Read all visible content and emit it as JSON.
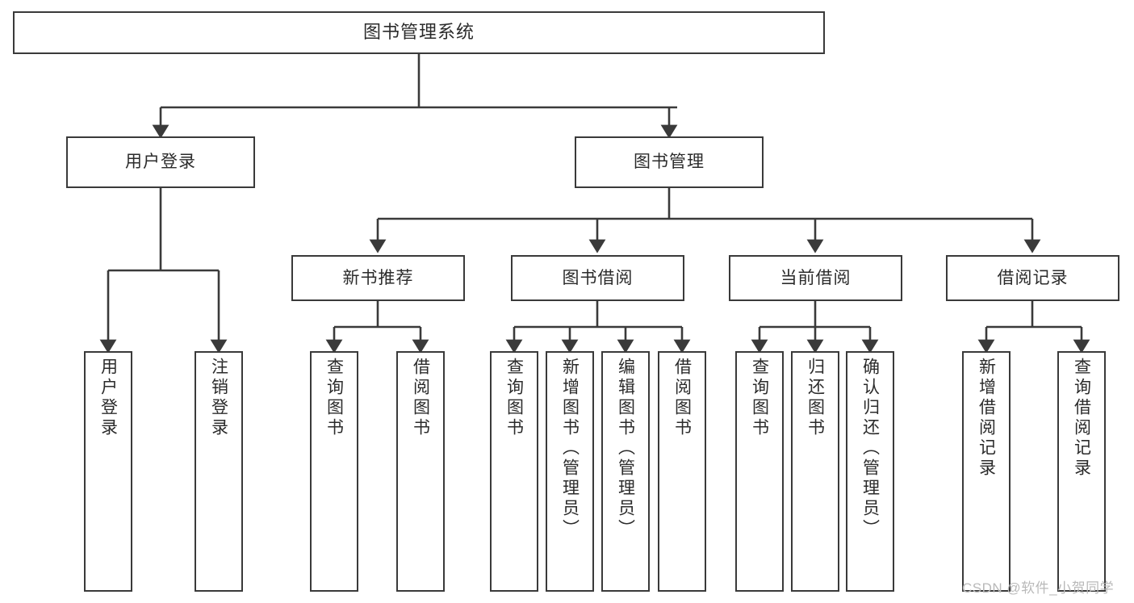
{
  "diagram": {
    "type": "tree-hierarchy",
    "title": "图书管理系统",
    "background_color": "#ffffff",
    "line_color": "#3a3a3a",
    "text_color": "#2b2b2b",
    "nodes": {
      "root": {
        "label": "图书管理系统"
      },
      "level2": [
        {
          "label": "用户登录"
        },
        {
          "label": "图书管理"
        }
      ],
      "level3": [
        {
          "label": "新书推荐"
        },
        {
          "label": "图书借阅"
        },
        {
          "label": "当前借阅"
        },
        {
          "label": "借阅记录"
        }
      ],
      "leaves_user_login": [
        {
          "label": "用户登录"
        },
        {
          "label": "注销登录"
        }
      ],
      "leaves_new_books": [
        {
          "label": "查询图书"
        },
        {
          "label": "借阅图书"
        }
      ],
      "leaves_borrow": [
        {
          "label": "查询图书"
        },
        {
          "label": "新增图书（管理员）"
        },
        {
          "label": "编辑图书（管理员）"
        },
        {
          "label": "借阅图书"
        }
      ],
      "leaves_current": [
        {
          "label": "查询图书"
        },
        {
          "label": "归还图书"
        },
        {
          "label": "确认归还（管理员）"
        }
      ],
      "leaves_records": [
        {
          "label": "新增借阅记录"
        },
        {
          "label": "查询借阅记录"
        }
      ]
    }
  },
  "watermark": {
    "text": "CSDN @软件_小贺同学"
  }
}
